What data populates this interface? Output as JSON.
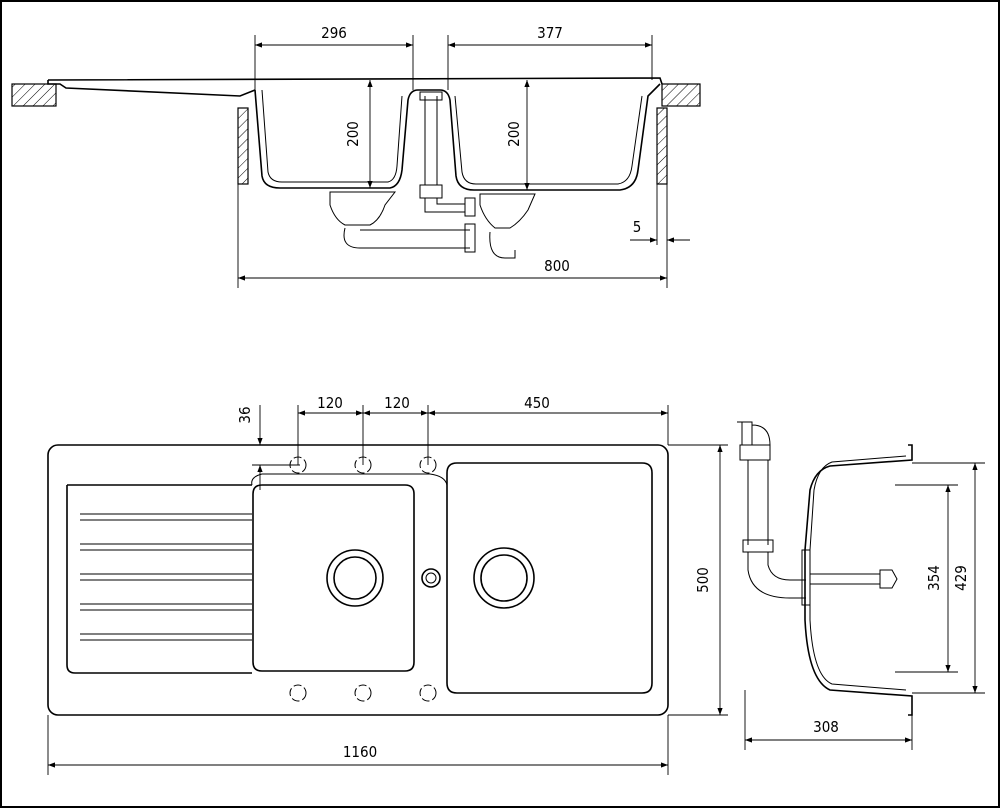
{
  "title": "Double bowl sink with drainer – technical drawing",
  "section_view": {
    "bowl1_width": "296",
    "bowl2_width": "377",
    "bowl1_depth": "200",
    "bowl2_depth": "200",
    "rim_offset": "5",
    "cabinet_width": "800"
  },
  "plan_view": {
    "tap_hole_edge": "36",
    "tap_spacing_1": "120",
    "tap_spacing_2": "120",
    "bowl2_length": "450",
    "overall_depth": "500",
    "overall_length": "1160"
  },
  "side_view": {
    "inner_bowl_depth": "354",
    "outer_bowl_depth": "429",
    "height": "308"
  }
}
